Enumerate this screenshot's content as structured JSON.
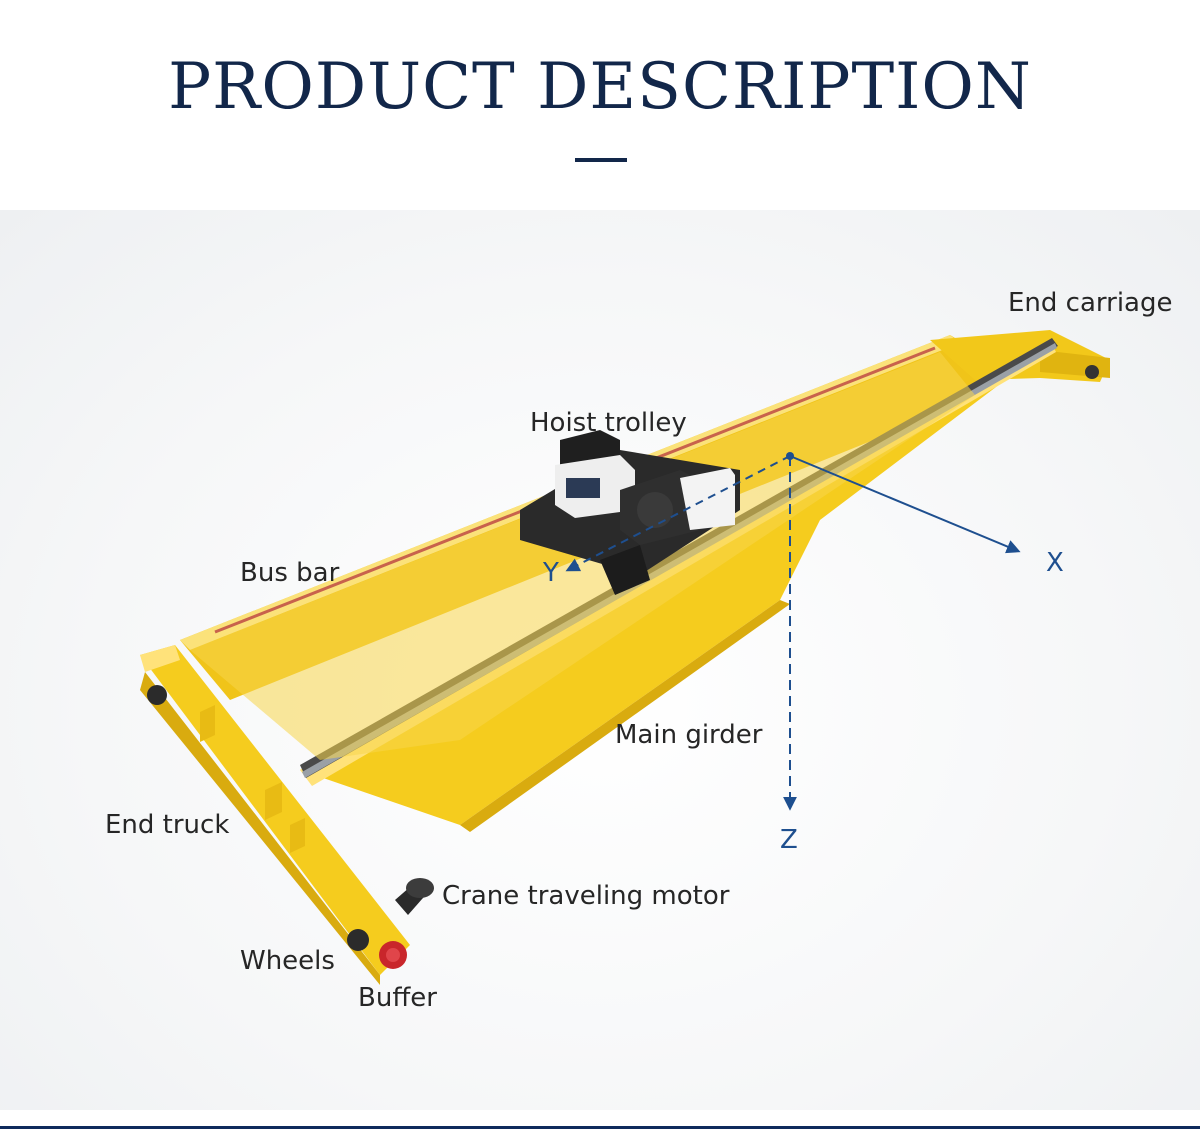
{
  "title": "PRODUCT DESCRIPTION",
  "labels": {
    "end_carriage": "End carriage",
    "hoist_trolley": "Hoist trolley",
    "bus_bar": "Bus bar",
    "main_girder": "Main girder",
    "end_truck": "End truck",
    "crane_traveling_motor": "Crane traveling motor",
    "wheels": "Wheels",
    "buffer": "Buffer"
  },
  "axes": {
    "x": "X",
    "y": "Y",
    "z": "Z"
  },
  "colors": {
    "title": "#12274a",
    "crane_yellow": "#f5cc1e",
    "axis_blue": "#1e4f8f",
    "footer_line": "#0e2a5c"
  }
}
